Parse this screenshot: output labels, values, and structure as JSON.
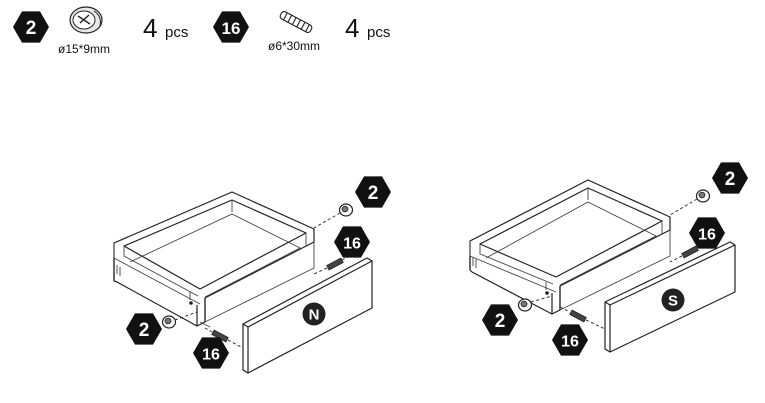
{
  "parts": [
    {
      "id": "2",
      "dimension": "ø15*9mm",
      "quantity": "4",
      "unit": "pcs",
      "icon": "cam-lock-icon"
    },
    {
      "id": "16",
      "dimension": "ø6*30mm",
      "quantity": "4",
      "unit": "pcs",
      "icon": "wooden-dowel-icon"
    }
  ],
  "assemblies": [
    {
      "panel_label": "N",
      "callouts": [
        "2",
        "16",
        "2",
        "16"
      ]
    },
    {
      "panel_label": "S",
      "callouts": [
        "2",
        "16",
        "2",
        "16"
      ]
    }
  ],
  "colors": {
    "badge": "#111111",
    "badge_text": "#ffffff",
    "line": "#222222",
    "panel_fill": "#ffffff"
  }
}
